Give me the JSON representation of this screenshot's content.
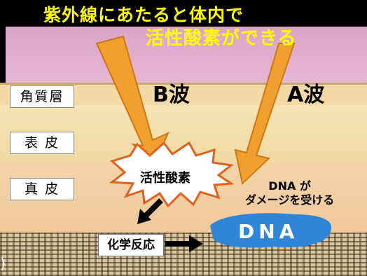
{
  "title_line1": "紫外線にあたると体内で",
  "title_line2": "活性酸素ができる",
  "layers": {
    "horny": "角質層",
    "epidermis": "表 皮",
    "dermis": "真 皮"
  },
  "waves": {
    "b": "B波",
    "a": "A波"
  },
  "burst_label": "活性酸素",
  "dna_damage": {
    "line1": "DNA が",
    "line2": "ダメージを受ける"
  },
  "dna_label": "DNA",
  "reaction_label": "化学反応",
  "corner_glyph": ")",
  "colors": {
    "title": "#ffff00",
    "arrow": "#f0a030",
    "dna_blob": "#2f86d8"
  }
}
